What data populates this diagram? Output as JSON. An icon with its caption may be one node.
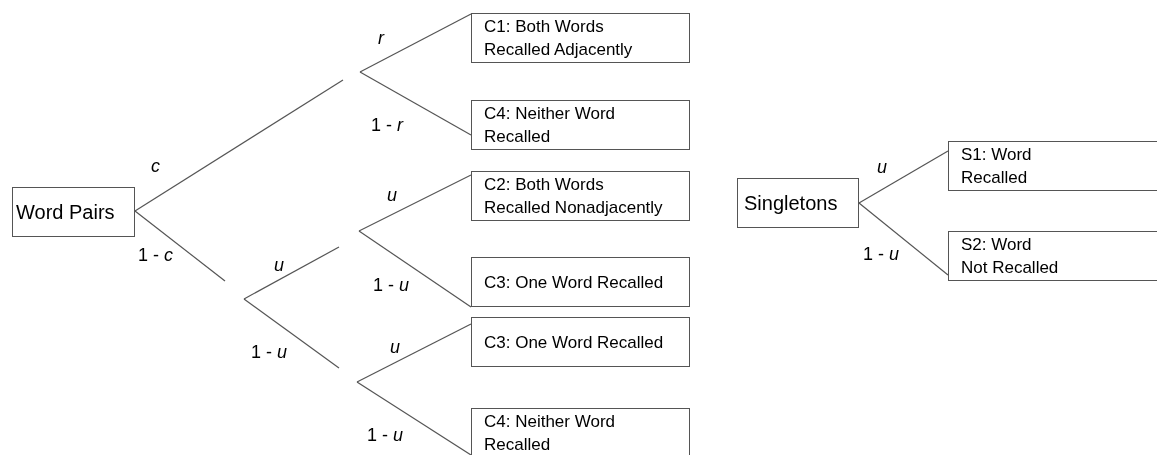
{
  "diagram": {
    "nodes": [
      {
        "text": [
          "Word Pairs"
        ]
      },
      {
        "text": [
          "C1: Both Words Recalled Adjacently"
        ]
      },
      {
        "text": [
          "C4: Neither Word Recalled"
        ]
      },
      {
        "text": [
          "C2: Both Words Recalled Nonadjacently"
        ]
      },
      {
        "text": [
          "C3: One Word Recalled"
        ]
      },
      {
        "text": [
          "C3: One Word Recalled"
        ]
      },
      {
        "text": [
          "C4: Neither Word Recalled"
        ]
      },
      {
        "text": [
          "Singletons"
        ]
      },
      {
        "text": [
          "S1: Word Recalled"
        ]
      },
      {
        "text": [
          "S2: Word Not Recalled"
        ]
      }
    ],
    "edges": [
      {
        "from": 0,
        "to": null,
        "arrow": "none",
        "label": "*c*"
      },
      {
        "from": 0,
        "to": null,
        "arrow": "none",
        "label": "1 - *c*"
      },
      {
        "from": null,
        "to": 1,
        "arrow": "none",
        "label": "*r*"
      },
      {
        "from": null,
        "to": 2,
        "arrow": "none",
        "label": "1 - *r*"
      },
      {
        "from": null,
        "to": 3,
        "arrow": "none",
        "label": "*u*"
      },
      {
        "from": null,
        "to": 4,
        "arrow": "none",
        "label": "1 - *u*"
      },
      {
        "from": null,
        "to": 5,
        "arrow": "none",
        "label": "*u*"
      },
      {
        "from": null,
        "to": 6,
        "arrow": "none",
        "label": "1 - *u*"
      },
      {
        "from": 7,
        "to": 8,
        "arrow": "none",
        "label": "*u*"
      },
      {
        "from": 7,
        "to": 9,
        "arrow": "none",
        "label": "1 - *u*"
      }
    ],
    "labels": [
      "*u*",
      "1 - *u*"
    ]
  }
}
